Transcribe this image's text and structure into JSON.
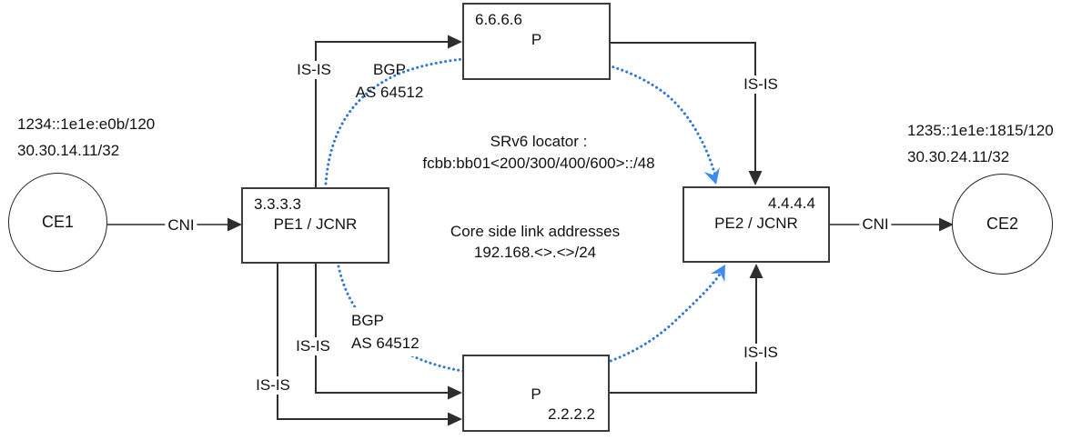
{
  "diagram": {
    "nodes": {
      "ce1": {
        "label": "CE1",
        "line1": "1234::1e1e:e0b/120",
        "line2": "30.30.14.11/32"
      },
      "pe1": {
        "ip": "3.3.3.3",
        "name": "PE1 / JCNR"
      },
      "p_top": {
        "ip": "6.6.6.6",
        "name": "P"
      },
      "p_bottom": {
        "name": "P",
        "ip": "2.2.2.2"
      },
      "pe2": {
        "ip": "4.4.4.4",
        "name": "PE2 / JCNR"
      },
      "ce2": {
        "label": "CE2",
        "line1": "1235::1e1e:1815/120",
        "line2": "30.30.24.11/32"
      }
    },
    "link_labels": {
      "cni_left": "CNI",
      "cni_right": "CNI",
      "isis_pe1_ptop": "IS-IS",
      "isis_ptop_pe2": "IS-IS",
      "isis_pe1_pbottom_inner": "IS-IS",
      "isis_pe1_pbottom_outer": "IS-IS",
      "isis_pbottom_pe2": "IS-IS",
      "bgp_top": {
        "line1": "BGP",
        "line2": "AS 64512"
      },
      "bgp_bottom": {
        "line1": "BGP",
        "line2": "AS 64512"
      }
    },
    "annotations": {
      "srv6_line1": "SRv6 locator :",
      "srv6_line2": "fcbb:bb01<200/300/400/600>::/48",
      "core_line1": "Core side link addresses",
      "core_line2": "192.168.<>.<>/24"
    },
    "colors": {
      "bgp_blue": "#3175d6",
      "bgp_arrow": "#3f8cf0",
      "line_dark": "#2e2e2e",
      "cni_gray": "#5f5f5f",
      "node_border": "#3c3c3c"
    }
  }
}
